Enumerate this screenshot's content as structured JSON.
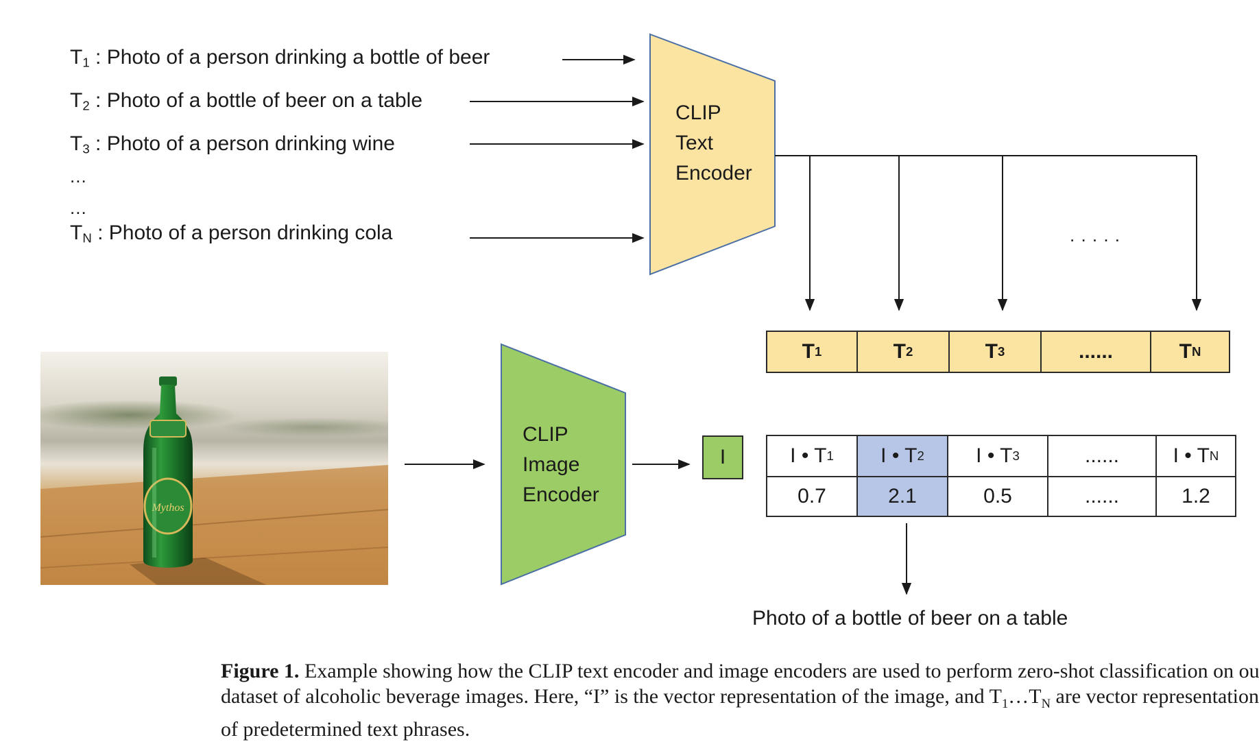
{
  "prompts": [
    {
      "sym": "T",
      "sub": "1",
      "sep": " : ",
      "text": "Photo of a person drinking a bottle of beer"
    },
    {
      "sym": "T",
      "sub": "2",
      "sep": " : ",
      "text": "Photo of a bottle of beer on a table"
    },
    {
      "sym": "T",
      "sub": "3",
      "sep": " : ",
      "text": "Photo of a person drinking wine"
    },
    {
      "sym": "T",
      "sub": "N",
      "sep": " : ",
      "text": "Photo of a person drinking cola"
    }
  ],
  "ellipsis_vertical": [
    "...",
    "..."
  ],
  "text_encoder": {
    "line1": "CLIP",
    "line2": "Text",
    "line3": "Encoder",
    "color": "#fbe3a2"
  },
  "image_encoder": {
    "line1": "CLIP",
    "line2": "Image",
    "line3": "Encoder",
    "color": "#9ccc65"
  },
  "text_dots": ". . . . .",
  "text_embeddings": [
    {
      "sym": "T",
      "sub": "1"
    },
    {
      "sym": "T",
      "sub": "2"
    },
    {
      "sym": "T",
      "sub": "3"
    },
    {
      "sym": "",
      "sub": "",
      "plain": "......"
    },
    {
      "sym": "T",
      "sub": "N"
    }
  ],
  "image_vector": "I",
  "scores": [
    {
      "head_pre": "I • T",
      "head_sub": "1",
      "value": "0.7"
    },
    {
      "head_pre": "I • T",
      "head_sub": "2",
      "value": "2.1",
      "highlight": true
    },
    {
      "head_pre": "I • T",
      "head_sub": "3",
      "value": "0.5"
    },
    {
      "head_plain": "......",
      "value": "......"
    },
    {
      "head_pre": "I • T",
      "head_sub": "N",
      "value": "1.2"
    }
  ],
  "result": "Photo of a bottle of beer on a table",
  "bottle_label": "Mythos",
  "caption": {
    "label": "Figure 1.",
    "text": "  Example showing how the CLIP text encoder and image encoders are used to perform zero-shot classification on our dataset of alcoholic beverage images. Here, “I” is the vector representation of the image, and ",
    "tail_a": "T",
    "tail_a_sub": "1",
    "tail_mid": "…T",
    "tail_b_sub": "N",
    "tail_end": " are vector representations of predetermined text phrases."
  },
  "colors": {
    "highlight": "#b7c6e6",
    "embedding": "#fbe3a2",
    "image_vec": "#9ccc65"
  }
}
